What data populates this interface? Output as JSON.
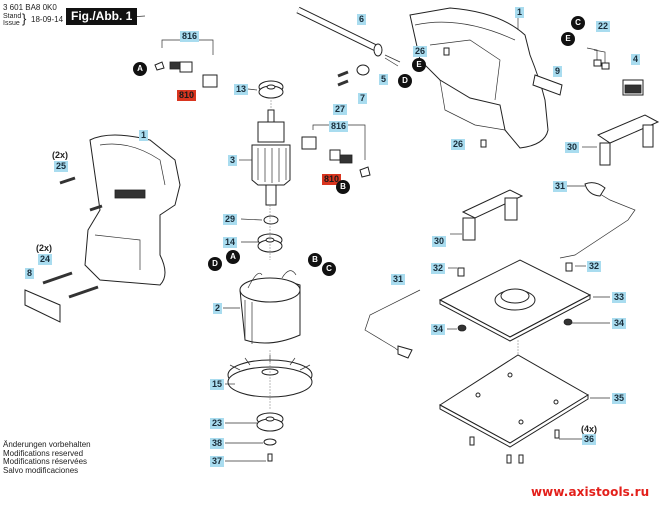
{
  "header": {
    "part_number": "3 601 BA8 0K0",
    "stand_label": "Stand",
    "issue_label": "Issue",
    "date": "18-09-14",
    "figure_label": "Fig./Abb. 1"
  },
  "callouts": [
    {
      "id": "1",
      "label": "1",
      "kind": "normal",
      "part": "housing-top"
    },
    {
      "id": "1b",
      "label": "1",
      "kind": "normal",
      "part": "housing-left"
    },
    {
      "id": "2",
      "label": "2",
      "kind": "normal",
      "part": "field-stator"
    },
    {
      "id": "3",
      "label": "3",
      "kind": "normal",
      "part": "armature"
    },
    {
      "id": "4",
      "label": "4",
      "kind": "normal",
      "part": "switch"
    },
    {
      "id": "5",
      "label": "5",
      "kind": "normal",
      "part": "cable-wires"
    },
    {
      "id": "6",
      "label": "6",
      "kind": "normal",
      "part": "power-cable"
    },
    {
      "id": "7",
      "label": "7",
      "kind": "normal",
      "part": "cable-clamp"
    },
    {
      "id": "8",
      "label": "8",
      "kind": "normal",
      "part": "nameplate-left"
    },
    {
      "id": "9",
      "label": "9",
      "kind": "normal",
      "part": "nameplate-right"
    },
    {
      "id": "13",
      "label": "13",
      "kind": "normal",
      "part": "upper-bearing"
    },
    {
      "id": "14",
      "label": "14",
      "kind": "normal",
      "part": "ball-bearing"
    },
    {
      "id": "15",
      "label": "15",
      "kind": "normal",
      "part": "fan"
    },
    {
      "id": "22",
      "label": "22",
      "kind": "normal",
      "part": "connector-cable"
    },
    {
      "id": "23",
      "label": "23",
      "kind": "normal",
      "part": "eccentric-bearing"
    },
    {
      "id": "24",
      "label": "24",
      "kind": "normal",
      "part": "long-screw",
      "qty": "(2x)"
    },
    {
      "id": "25",
      "label": "25",
      "kind": "normal",
      "part": "short-screw",
      "qty": "(2x)"
    },
    {
      "id": "26",
      "label": "26",
      "kind": "normal",
      "part": "sleeve-top"
    },
    {
      "id": "26b",
      "label": "26",
      "kind": "normal",
      "part": "sleeve-bottom"
    },
    {
      "id": "27",
      "label": "27",
      "kind": "normal",
      "part": "clamp-screw"
    },
    {
      "id": "29",
      "label": "29",
      "kind": "normal",
      "part": "washer"
    },
    {
      "id": "30",
      "label": "30",
      "kind": "normal",
      "part": "pad-bridge-right"
    },
    {
      "id": "30b",
      "label": "30",
      "kind": "normal",
      "part": "pad-bridge-left"
    },
    {
      "id": "31",
      "label": "31",
      "kind": "normal",
      "part": "clamp-lever-right"
    },
    {
      "id": "31b",
      "label": "31",
      "kind": "normal",
      "part": "clamp-lever-left"
    },
    {
      "id": "32",
      "label": "32",
      "kind": "normal",
      "part": "screw-left"
    },
    {
      "id": "32b",
      "label": "32",
      "kind": "normal",
      "part": "screw-right"
    },
    {
      "id": "33",
      "label": "33",
      "kind": "normal",
      "part": "base-plate"
    },
    {
      "id": "34",
      "label": "34",
      "kind": "normal",
      "part": "nut-left"
    },
    {
      "id": "34b",
      "label": "34",
      "kind": "normal",
      "part": "nut-right"
    },
    {
      "id": "35",
      "label": "35",
      "kind": "normal",
      "part": "sanding-pad"
    },
    {
      "id": "36",
      "label": "36",
      "kind": "normal",
      "part": "pad-screw",
      "qty": "(4x)"
    },
    {
      "id": "37",
      "label": "37",
      "kind": "normal",
      "part": "fan-screw"
    },
    {
      "id": "38",
      "label": "38",
      "kind": "normal",
      "part": "fan-washer"
    },
    {
      "id": "816",
      "label": "816",
      "kind": "normal",
      "part": "brush-set-upper"
    },
    {
      "id": "816b",
      "label": "816",
      "kind": "normal",
      "part": "brush-set-lower"
    },
    {
      "id": "810",
      "label": "810",
      "kind": "highlight",
      "part": "carbon-brush-upper"
    },
    {
      "id": "810b",
      "label": "810",
      "kind": "highlight",
      "part": "carbon-brush-lower"
    }
  ],
  "connectors": [
    {
      "id": "A1",
      "label": "A"
    },
    {
      "id": "A2",
      "label": "A"
    },
    {
      "id": "B1",
      "label": "B"
    },
    {
      "id": "B2",
      "label": "B"
    },
    {
      "id": "C1",
      "label": "C"
    },
    {
      "id": "C2",
      "label": "C"
    },
    {
      "id": "D1",
      "label": "D"
    },
    {
      "id": "D2",
      "label": "D"
    },
    {
      "id": "E1",
      "label": "E"
    },
    {
      "id": "E2",
      "label": "E"
    }
  ],
  "colors": {
    "callout_bg": "#a9dcef",
    "highlight_bg": "#d9351f",
    "url_color": "#e3201b"
  },
  "notes": [
    "Änderungen vorbehalten",
    "Modifications reserved",
    "Modifications réservées",
    "Salvo modificaciones"
  ],
  "watermark": "www.axistools.ru"
}
